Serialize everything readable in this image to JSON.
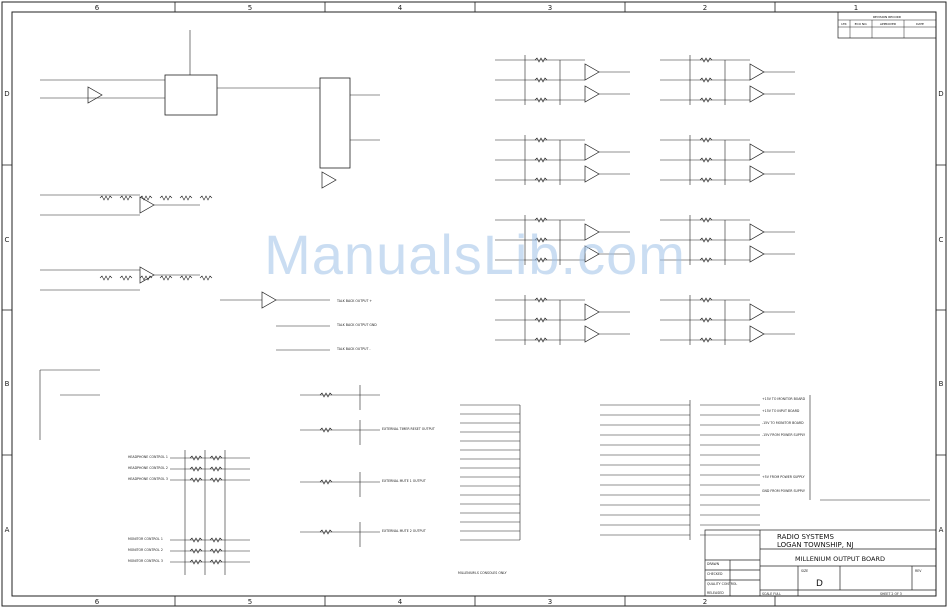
{
  "border": {
    "columns": [
      "6",
      "5",
      "4",
      "3",
      "2",
      "1"
    ],
    "rows": [
      "D",
      "C",
      "B",
      "A"
    ]
  },
  "watermark": "ManualsLib.com",
  "title_block": {
    "company_line1": "RADIO SYSTEMS",
    "company_line2": "LOGAN TOWNSHIP, NJ",
    "title": "MILLENIUM OUTPUT BOARD",
    "size": "D",
    "sheet": "SHEET 2 OF 3",
    "scale": "SCALE FULL",
    "drawn_label": "DRAWN",
    "checked_label": "CHECKED",
    "quality_label": "QUALITY CONTROL",
    "released_label": "RELEASED",
    "size_label": "SIZE",
    "rev_label": "REV"
  },
  "revision_block": {
    "header": "REVISION RECORD",
    "cols": [
      "LTR",
      "ECO NO.",
      "APPROVED",
      "DATE"
    ]
  },
  "section_labels": {
    "headphone": [
      "HEADPHONE CONTROL 1",
      "HEADPHONE CONTROL 2",
      "HEADPHONE CONTROL 3"
    ],
    "monitor": [
      "MONITOR CONTROL 1",
      "MONITOR CONTROL 2",
      "MONITOR CONTROL 3"
    ],
    "talkback": [
      "TALK BACK OUTPUT +",
      "TALK BACK OUTPUT GND",
      "TALK BACK OUTPUT -"
    ],
    "external": [
      "EXTERNAL TIMER RESET OUTPUT",
      "EXTERNAL MUTE 1 OUTPUT",
      "EXTERNAL MUTE 2 OUTPUT"
    ],
    "power_right": [
      "+15V TO MONITOR BOARD",
      "+15V TO INPUT BOARD",
      "-15V TO MONITOR BOARD",
      "-15V FROM POWER SUPPLY",
      "+5V FROM POWER SUPPLY",
      "GND FROM POWER SUPPLY"
    ],
    "note": "MILLENIUM-S CONSOLES ONLY"
  }
}
